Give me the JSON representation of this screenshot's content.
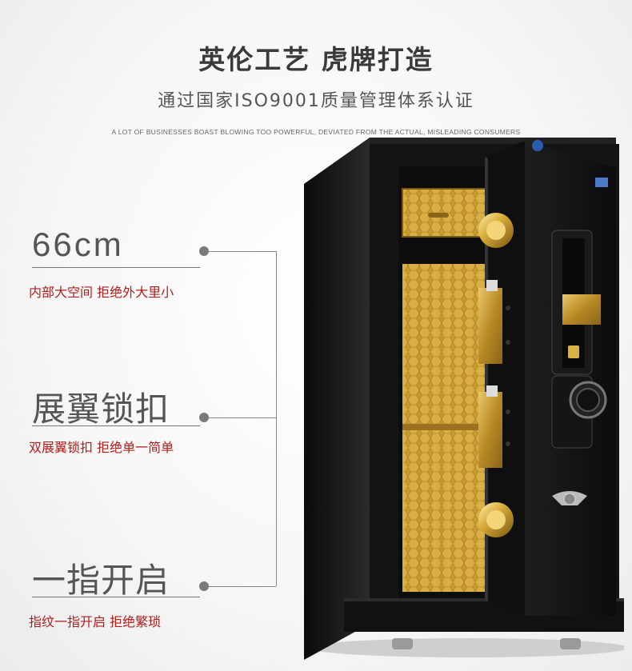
{
  "header": {
    "title": "英伦工艺 虎牌打造",
    "subtitle": "通过国家ISO9001质量管理体系认证",
    "tagline": "A LOT OF BUSINESSES BOAST BLOWING TOO POWERFUL, DEVIATED FROM THE ACTUAL, MISLEADING CONSUMERS"
  },
  "features": [
    {
      "title": "66cm",
      "subtitle": "内部大空间 拒绝外大里小"
    },
    {
      "title": "展翼锁扣",
      "subtitle": "双展翼锁扣 拒绝单一简单"
    },
    {
      "title": "一指开启",
      "subtitle": "指纹一指开启 拒绝繁琐"
    }
  ],
  "colors": {
    "accent_red": "#b01e1e",
    "safe_body": "#151515",
    "interior_gold": "#c9a23a"
  }
}
